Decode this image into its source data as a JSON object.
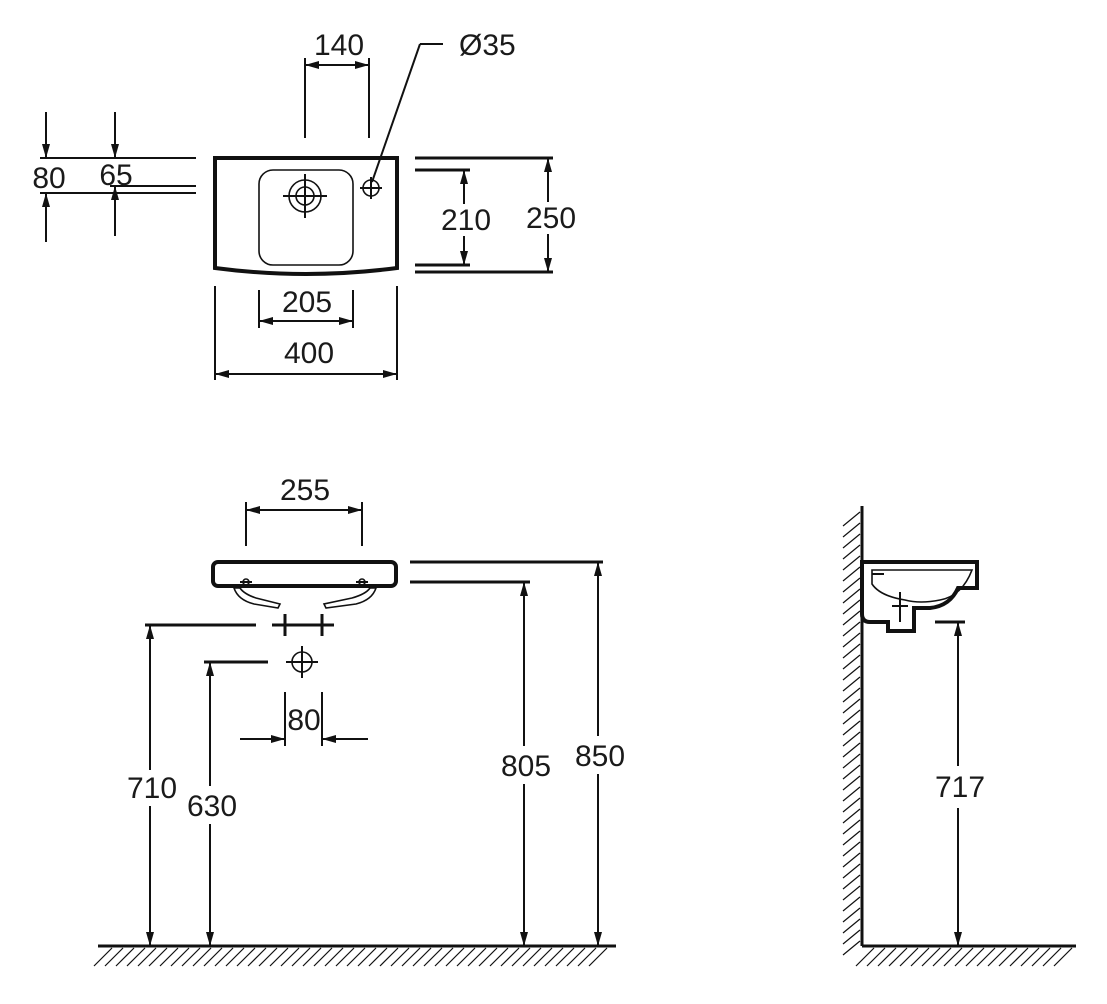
{
  "colors": {
    "line": "#111111",
    "background": "#ffffff"
  },
  "dimensions": {
    "top_view": {
      "tap_offset": "140",
      "tap_hole_diameter": "Ø35",
      "rim_height": "80",
      "inner_rim": "65",
      "bowl_depth": "210",
      "overall_depth": "250",
      "bowl_width": "205",
      "overall_width": "400"
    },
    "front_view": {
      "bracket_spacing": "255",
      "waste_width": "80",
      "height_710": "710",
      "height_630": "630",
      "height_805": "805",
      "height_850": "850"
    },
    "side_view": {
      "height_717": "717"
    }
  }
}
